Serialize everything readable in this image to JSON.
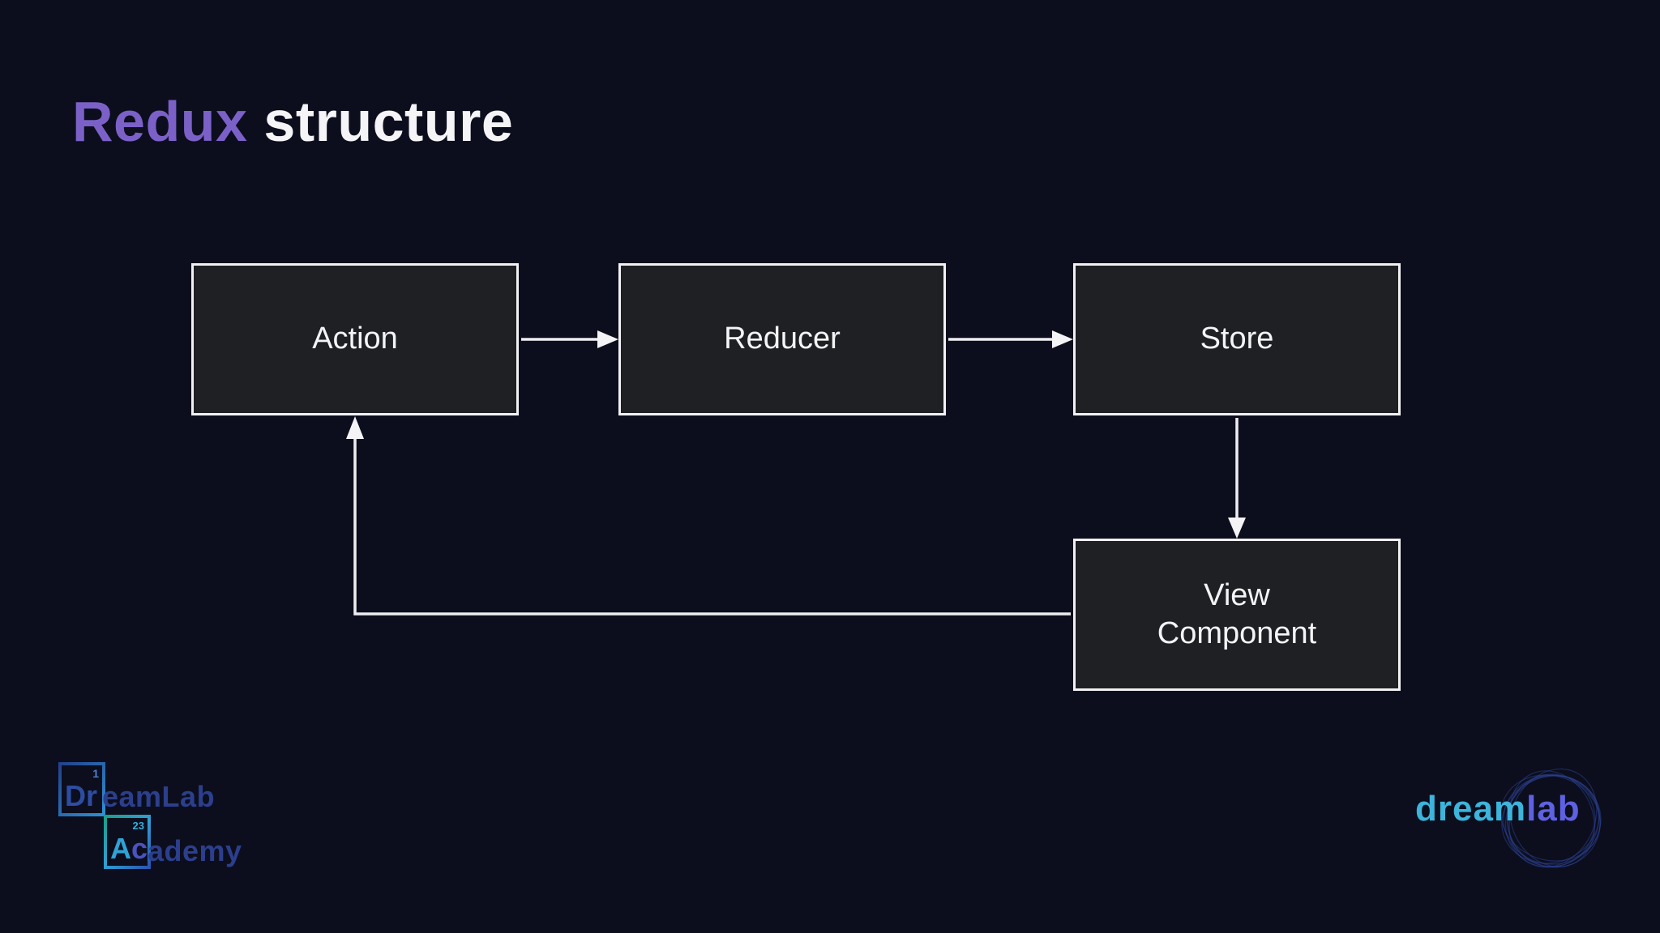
{
  "slide": {
    "title_highlight": "Redux",
    "title_rest": " structure"
  },
  "diagram": {
    "nodes": {
      "action": {
        "label": "Action"
      },
      "reducer": {
        "label": "Reducer"
      },
      "store": {
        "label": "Store"
      },
      "view": {
        "label_line1": "View",
        "label_line2": "Component"
      }
    },
    "flow": [
      {
        "from": "Action",
        "to": "Reducer"
      },
      {
        "from": "Reducer",
        "to": "Store"
      },
      {
        "from": "Store",
        "to": "View Component"
      },
      {
        "from": "View Component",
        "to": "Action"
      }
    ]
  },
  "branding": {
    "academy": {
      "element1_symbol": "Dr",
      "element1_number": "1",
      "word1_suffix": "eamLab",
      "element2_symbol_a": "A",
      "element2_symbol_c": "c",
      "element2_number": "23",
      "word2_suffix": "ademy"
    },
    "dreamlab": {
      "part1": "dream",
      "part2": "lab"
    }
  },
  "colors": {
    "background": "#0c0e1d",
    "title_highlight": "#7b61c7",
    "title_rest": "#f5f5f7",
    "node_fill": "#1f2024",
    "node_border": "#f1f1f3",
    "connector": "#eeeef2",
    "academy_blue": "#2c3f8d",
    "academy_cyan": "#35b0da",
    "dream_cyan": "#3cb4dc",
    "lab_blue": "#5e61e2"
  }
}
